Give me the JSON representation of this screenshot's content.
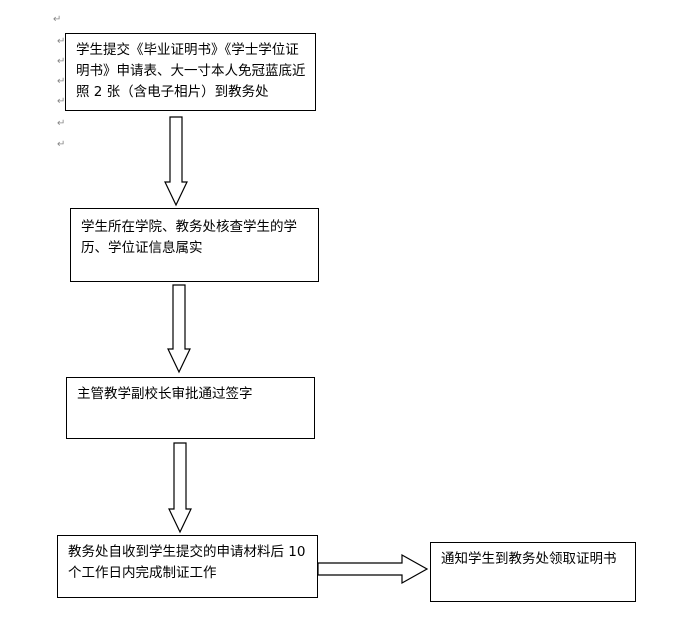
{
  "paragraph_mark": "↵",
  "steps": [
    {
      "text": "学生提交《毕业证明书》《学士学位证明书》申请表、大一寸本人免冠蓝底近照 2 张（含电子相片）到教务处"
    },
    {
      "text": "学生所在学院、教务处核查学生的学历、学位证信息属实"
    },
    {
      "text": "主管教学副校长审批通过签字"
    },
    {
      "text": "教务处自收到学生提交的申请材料后 10 个工作日内完成制证工作"
    },
    {
      "text": "通知学生到教务处领取证明书"
    }
  ]
}
